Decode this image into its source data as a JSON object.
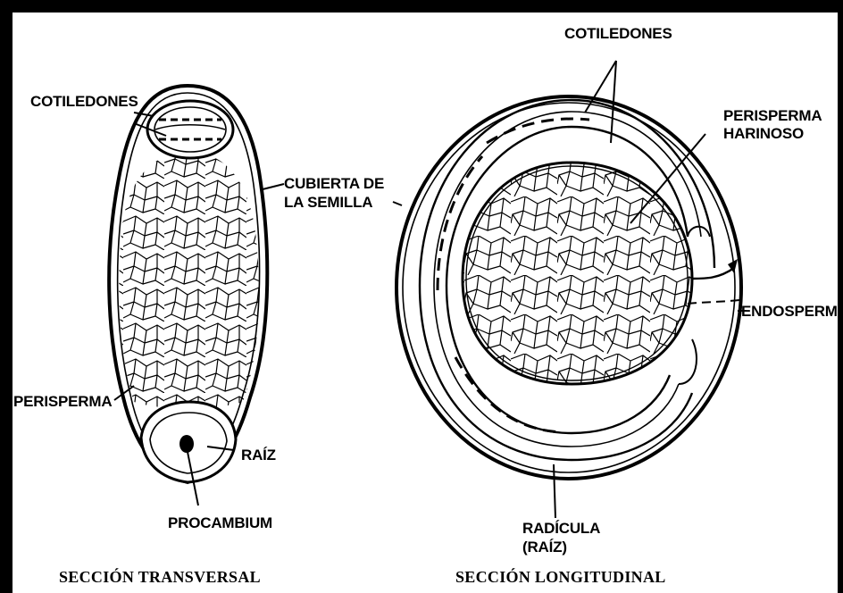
{
  "transverse": {
    "cotiledones": "COTILEDONES",
    "cubierta_line1": "CUBIERTA DE",
    "cubierta_line2": "LA SEMILLA",
    "perisperma": "PERISPERMA",
    "raiz": "RAÍZ",
    "procambium": "PROCAMBIUM",
    "caption": "SECCIÓN TRANSVERSAL"
  },
  "longitudinal": {
    "cotiledones": "COTILEDONES",
    "perisperma_line1": "PERISPERMA",
    "perisperma_line2": "HARINOSO",
    "endospermo": "ENDOSPERMO",
    "radicula_line1": "RADÍCULA",
    "radicula_line2": "(RAÍZ)",
    "caption": "SECCIÓN LONGITUDINAL"
  }
}
